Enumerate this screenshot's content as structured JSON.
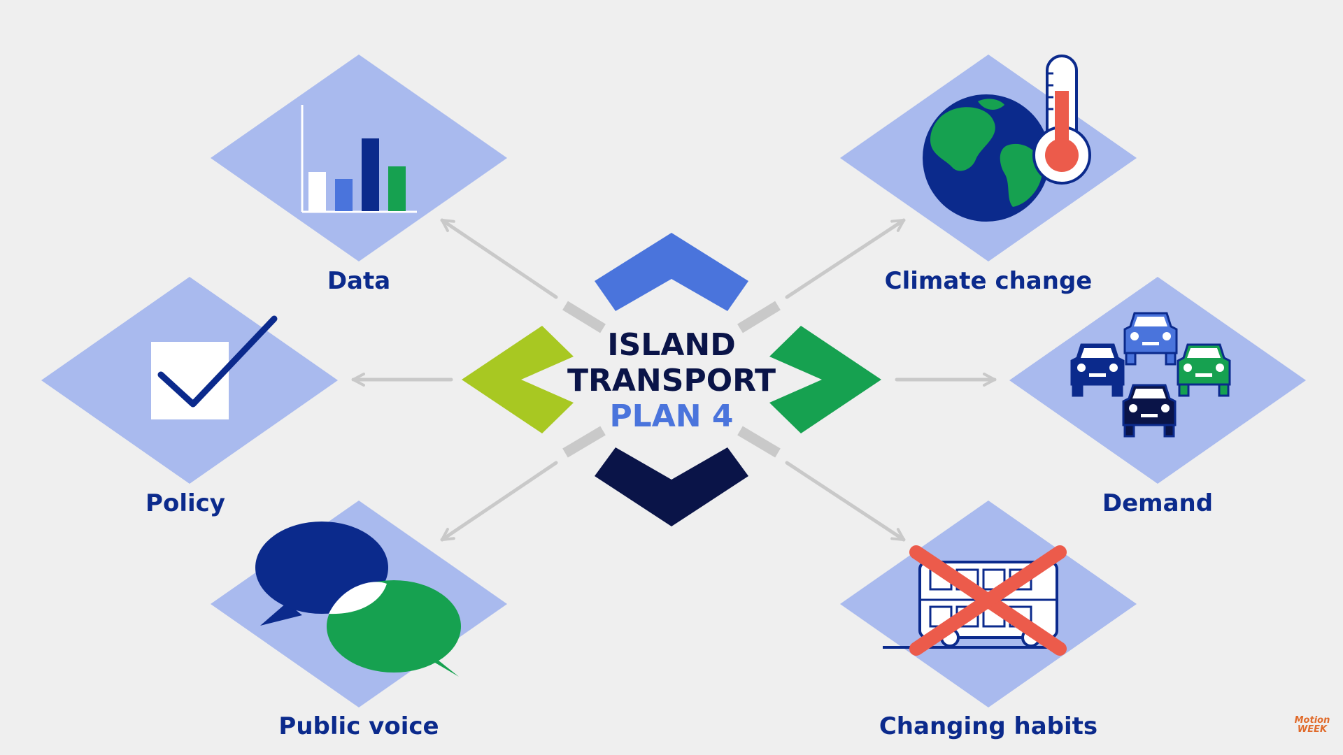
{
  "colors": {
    "background": "#efefef",
    "diamond": "#a9baee",
    "navy": "#0b2a8c",
    "dark_navy": "#0a1448",
    "blue": "#4a74dc",
    "lime": "#a8c822",
    "green": "#16a150",
    "connector": "#c9c9c9",
    "red": "#ec5b4b",
    "white": "#ffffff",
    "brand": "#e06a2a"
  },
  "center": {
    "line1": "ISLAND",
    "line2": "TRANSPORT",
    "line3": "PLAN 4"
  },
  "topics": {
    "data": {
      "label": "Data",
      "icon": "bar-chart-icon"
    },
    "climate": {
      "label": "Climate change",
      "icon": "globe-thermometer-icon"
    },
    "policy": {
      "label": "Policy",
      "icon": "checkbox-tick-icon"
    },
    "demand": {
      "label": "Demand",
      "icon": "car-traffic-icon"
    },
    "voice": {
      "label": "Public voice",
      "icon": "speech-bubbles-icon"
    },
    "habits": {
      "label": "Changing habits",
      "icon": "crossed-out-bus-icon"
    }
  },
  "watermark": {
    "line1": "Motion",
    "line2": "WEEK"
  }
}
